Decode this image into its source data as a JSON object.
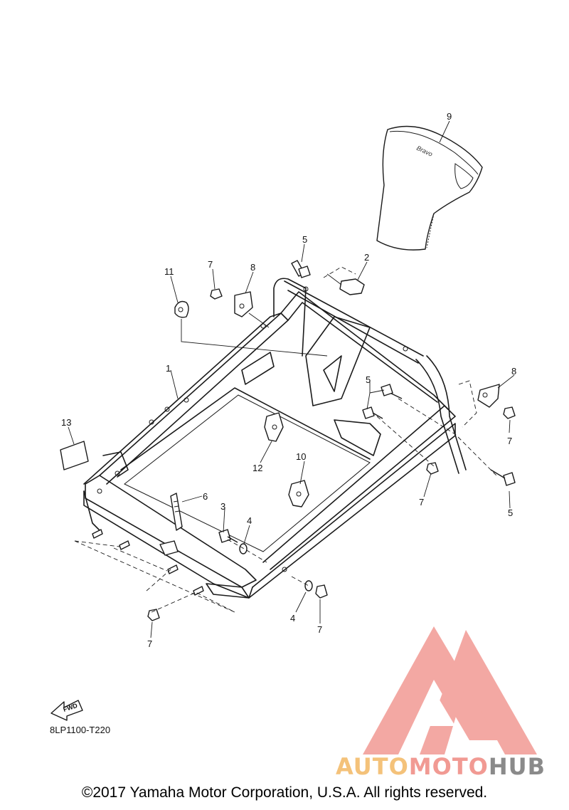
{
  "callouts": [
    {
      "id": "c1",
      "text": "1"
    },
    {
      "id": "c2",
      "text": "2"
    },
    {
      "id": "c3",
      "text": "3"
    },
    {
      "id": "c4a",
      "text": "4"
    },
    {
      "id": "c4b",
      "text": "4"
    },
    {
      "id": "c5a",
      "text": "5"
    },
    {
      "id": "c5b",
      "text": "5"
    },
    {
      "id": "c5c",
      "text": "5"
    },
    {
      "id": "c6",
      "text": "6"
    },
    {
      "id": "c7a",
      "text": "7"
    },
    {
      "id": "c7b",
      "text": "7"
    },
    {
      "id": "c7c",
      "text": "7"
    },
    {
      "id": "c7d",
      "text": "7"
    },
    {
      "id": "c7e",
      "text": "7"
    },
    {
      "id": "c8a",
      "text": "8"
    },
    {
      "id": "c8b",
      "text": "8"
    },
    {
      "id": "c9",
      "text": "9"
    },
    {
      "id": "c10",
      "text": "10"
    },
    {
      "id": "c11",
      "text": "11"
    },
    {
      "id": "c12",
      "text": "12"
    },
    {
      "id": "c13",
      "text": "13"
    }
  ],
  "fwd_label": "FWD",
  "diagram_code": "8LP1100-T220",
  "copyright": "©2017 Yamaha Motor Corporation, U.S.A. All rights reserved.",
  "watermark": {
    "brand_part1": "AUTO",
    "brand_part2": "MOTO",
    "brand_part3": "HUB",
    "colors": {
      "logo": "#f19a93",
      "auto": "#f4c27a",
      "moto": "#f19a93",
      "hub": "#8a8a8a"
    }
  }
}
